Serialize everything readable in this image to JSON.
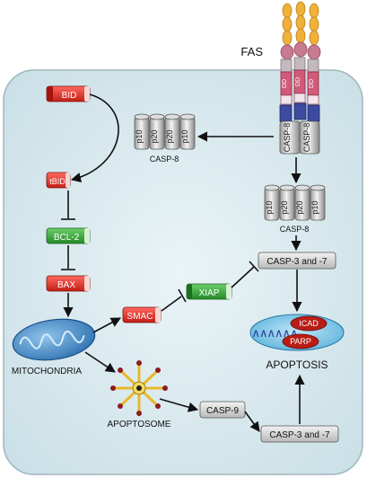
{
  "receptor": {
    "label": "FAS",
    "death_domain": "DD",
    "casp8_label": "CASP-8"
  },
  "casp8_tetramer_left": {
    "subunits": [
      "p10",
      "p20",
      "p20",
      "p10"
    ],
    "label": "CASP-8"
  },
  "casp8_tetramer_right": {
    "subunits": [
      "p10",
      "p20",
      "p20",
      "p10"
    ],
    "label": "CASP-8"
  },
  "proteins": {
    "bid": "BID",
    "tbid": "tBID",
    "bcl2": "BCL-2",
    "bax": "BAX",
    "smac": "SMAC",
    "xiap": "XIAP"
  },
  "boxes": {
    "casp37_top": "CASP-3 and -7",
    "casp9": "CASP-9",
    "casp37_bottom": "CASP-3 and -7"
  },
  "labels": {
    "mitochondria": "MITOCHONDRIA",
    "apoptosome": "APOPTOSOME",
    "apoptosis": "APOPTOSIS"
  },
  "nucleus": {
    "dna": "∧∧∧∧∧∧",
    "icad": "ICAD",
    "parp": "PARP"
  },
  "colors": {
    "cell_fill": "#dcebf0",
    "red_pill": "#e8322a",
    "green_pill": "#3aa83c",
    "nucleus": "#7fc6e6",
    "casp_box": "#d0d0d0",
    "dd_pink": "#d25a78",
    "casp8_blue": "#3c4aa0"
  }
}
